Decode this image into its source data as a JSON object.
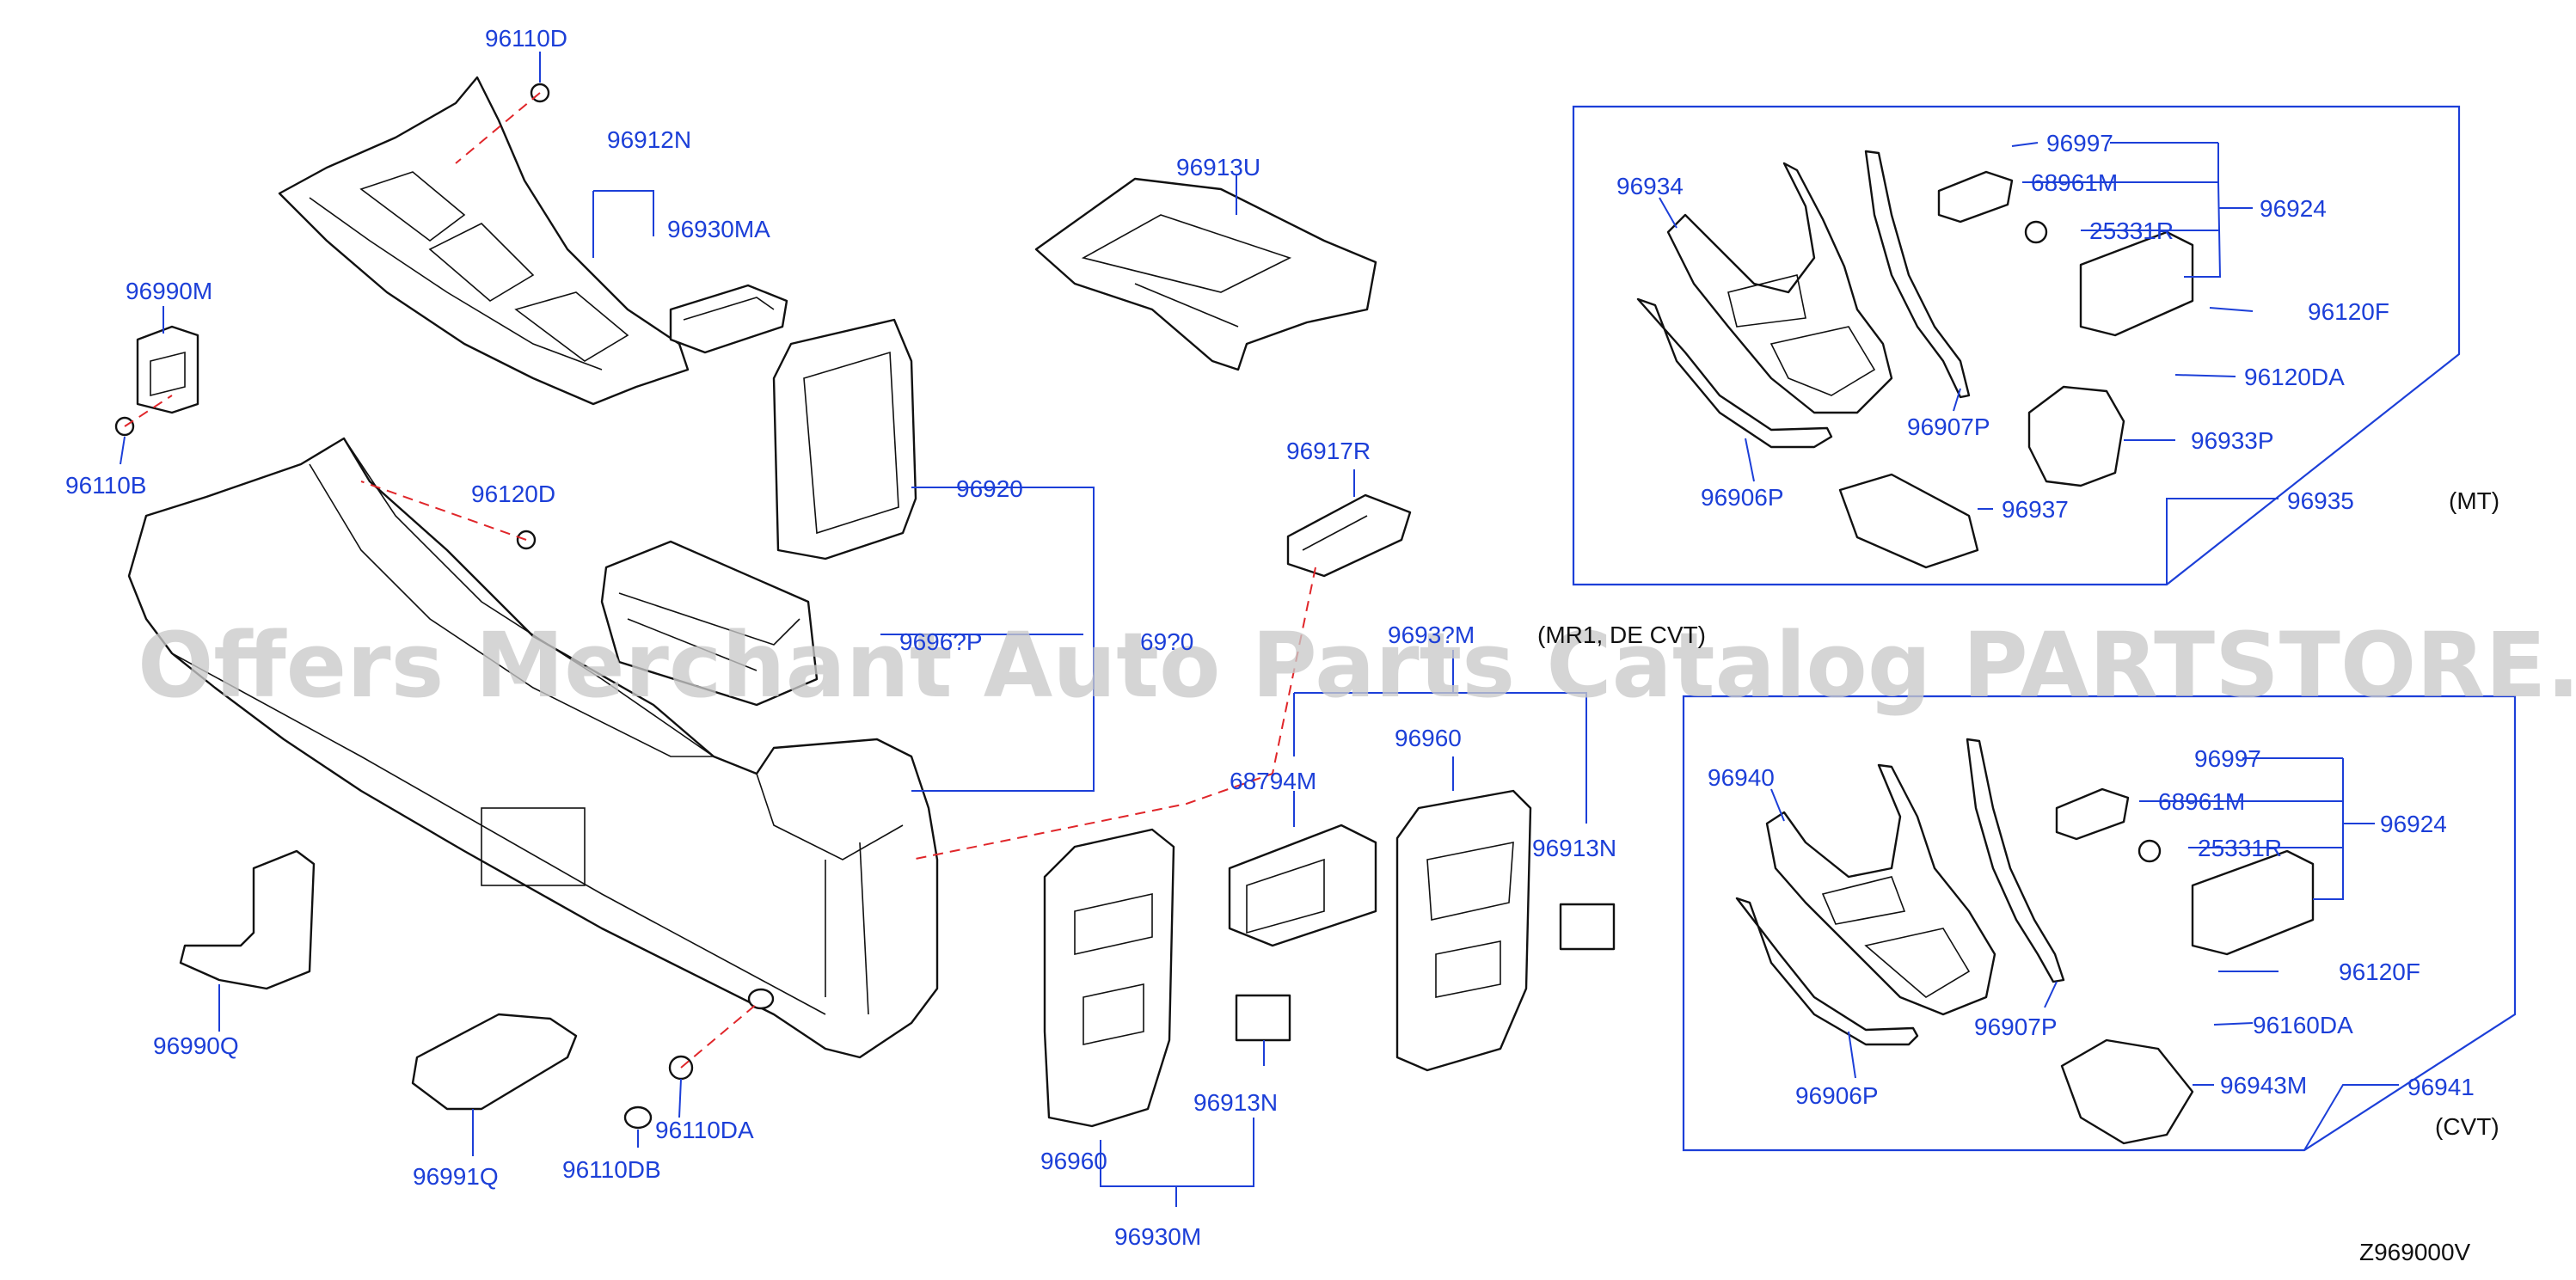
{
  "diagram": {
    "code": "Z969000V",
    "watermark": "Offers Merchant Auto Parts Catalog PARTSTORE.SA",
    "box_mt": {
      "variant": "(MT)",
      "labels": [
        "96997",
        "68961M",
        "25331R",
        "96924",
        "96934",
        "96120F",
        "96120DA",
        "96907P",
        "96933P",
        "96906P",
        "96937",
        "96935"
      ]
    },
    "box_cvt": {
      "variant": "(CVT)",
      "labels": [
        "96997",
        "68961M",
        "25331R",
        "96924",
        "96940",
        "96120F",
        "96160DA",
        "96907P",
        "96943M",
        "96906P",
        "96941"
      ]
    },
    "main_labels": [
      "96110D",
      "96912N",
      "96930MA",
      "96990M",
      "96110B",
      "96120D",
      "96913U",
      "96917R",
      "96920",
      "96960",
      "96913N",
      "68794M",
      "96990Q",
      "96991Q",
      "96110DA",
      "96110DB",
      "96930M"
    ],
    "partial_labels": [
      "9696?P",
      "69?0",
      "9693?M",
      "(MR1, DE CVT)"
    ]
  }
}
